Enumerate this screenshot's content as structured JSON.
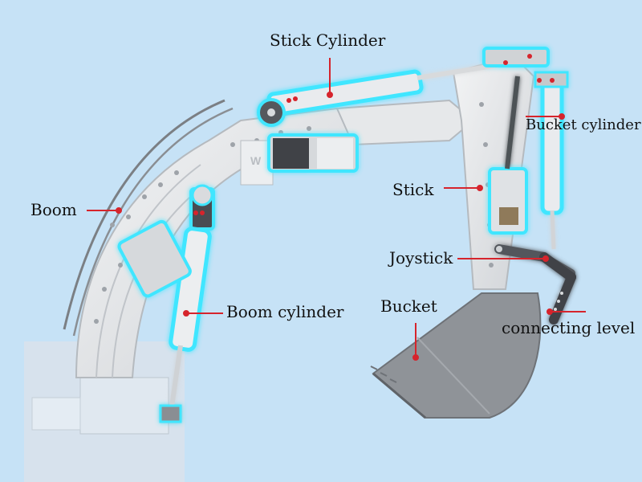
{
  "labels": {
    "stick_cylinder": "Stick Cylinder",
    "bucket_cylinder": "Bucket cylinder",
    "stick": "Stick",
    "boom": "Boom",
    "joystick": "Joystick",
    "boom_cylinder": "Boom cylinder",
    "bucket": "Bucket",
    "connecting_level": "connecting level"
  },
  "colors": {
    "background": "#c6e2f6",
    "glow": "#3fe6ff",
    "leader": "#d6242c",
    "part_light": "#e8eaec",
    "part_mid": "#c9ccd0",
    "part_dark": "#55595e"
  }
}
